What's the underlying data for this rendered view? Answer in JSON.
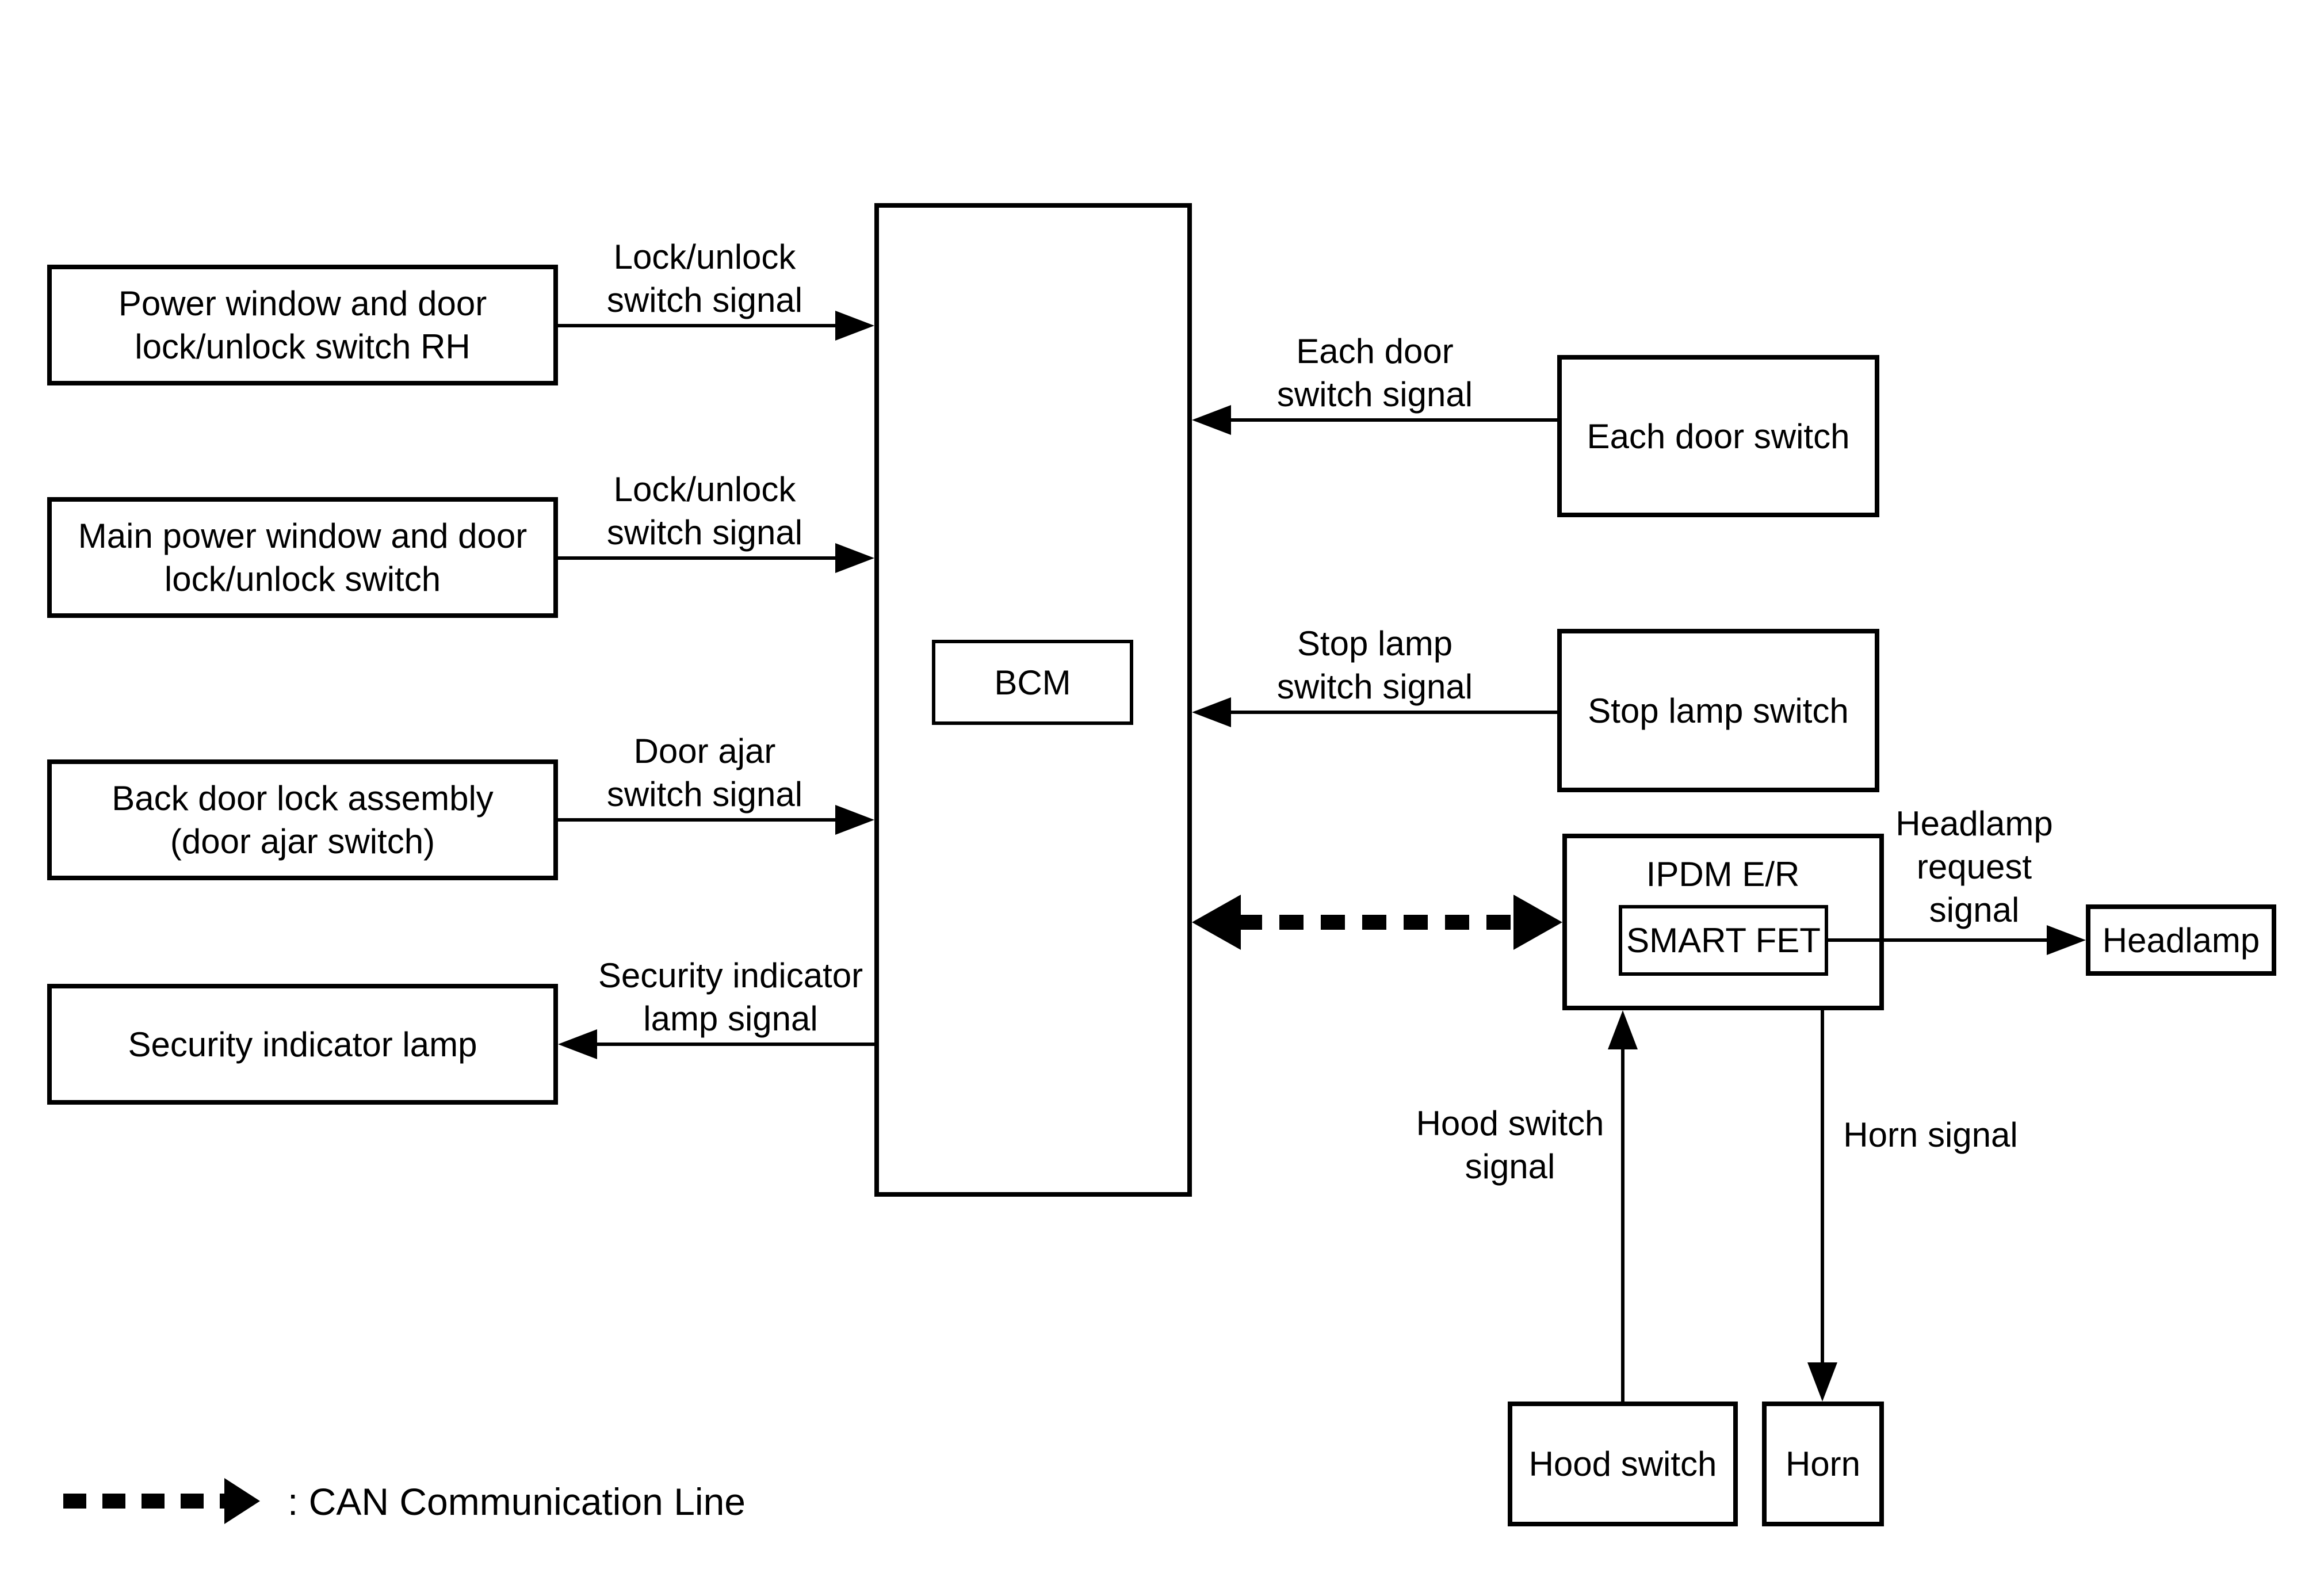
{
  "diagram": {
    "nodes": {
      "power_window_rh": "Power window and door\nlock/unlock switch RH",
      "main_power_window": "Main power window and door\nlock/unlock switch",
      "back_door_lock": "Back door lock assembly\n(door ajar switch)",
      "security_indicator_lamp": "Security indicator lamp",
      "bcm": "BCM",
      "each_door_switch": "Each door switch",
      "stop_lamp_switch": "Stop lamp switch",
      "ipdm": "IPDM E/R",
      "smart_fet": "SMART FET",
      "headlamp": "Headlamp",
      "hood_switch": "Hood switch",
      "horn": "Horn"
    },
    "signals": {
      "lock_unlock_rh": "Lock/unlock\nswitch signal",
      "lock_unlock_main": "Lock/unlock\nswitch signal",
      "door_ajar": "Door ajar\nswitch signal",
      "security_lamp": "Security indicator\nlamp signal",
      "each_door": "Each door\nswitch signal",
      "stop_lamp": "Stop lamp\nswitch signal",
      "headlamp_request": "Headlamp\nrequest\nsignal",
      "hood_switch": "Hood switch\nsignal",
      "horn": "Horn signal"
    },
    "legend": {
      "can_line": ": CAN Communication Line"
    },
    "colors": {
      "ink": "#000000",
      "background": "#ffffff"
    }
  }
}
